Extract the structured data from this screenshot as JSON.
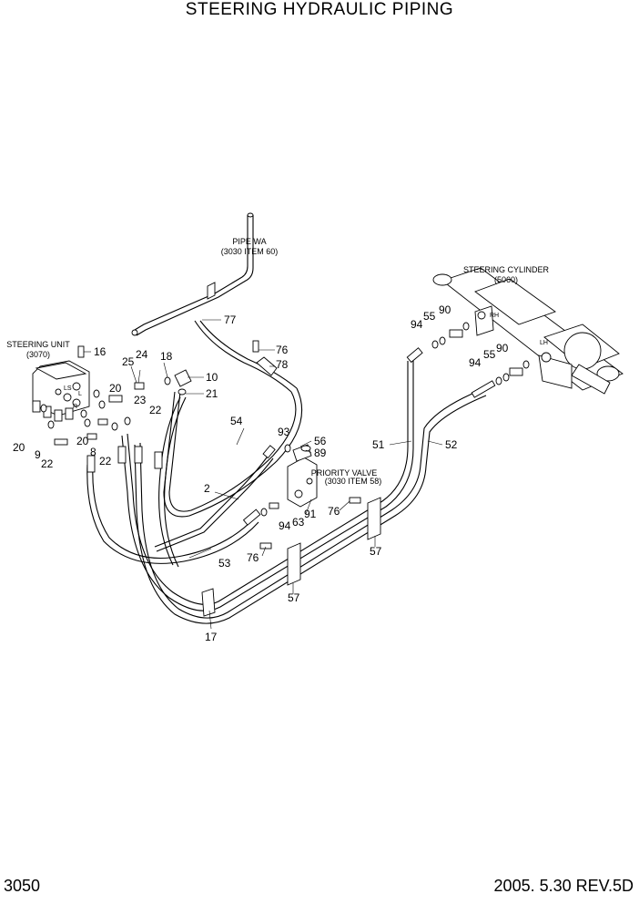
{
  "title": "STEERING HYDRAULIC PIPING",
  "page_number": "3050",
  "revision": "2005. 5.30 REV.5D",
  "components": {
    "pipe_wa": {
      "name": "PIPE WA",
      "ref": "(3030 ITEM 60)"
    },
    "steering_unit": {
      "name": "STEERING UNIT",
      "ref": "(3070)",
      "port_ls": "LS",
      "port_l": "L",
      "port_r": "R"
    },
    "steering_cylinder": {
      "name": "STEERING CYLINDER",
      "ref": "(5060)",
      "side_rh": "RH",
      "side_lh": "LH"
    },
    "priority_valve": {
      "name": "PRIORITY VALVE",
      "ref": "(3030 ITEM 58)"
    }
  },
  "callouts": {
    "p77": "77",
    "p16": "16",
    "p25": "25",
    "p24": "24",
    "p18": "18",
    "p10": "10",
    "p21": "21",
    "p20a": "20",
    "p23": "23",
    "p22a": "22",
    "p76a": "76",
    "p78": "78",
    "p54": "54",
    "p20b": "20",
    "p9": "9",
    "p22b": "22",
    "p20c": "20",
    "p8": "8",
    "p22c": "22",
    "p93": "93",
    "p56": "56",
    "p89": "89",
    "p2": "2",
    "p91": "91",
    "p76b": "76",
    "p63": "63",
    "p94a": "94",
    "p53": "53",
    "p76c": "76",
    "p57a": "57",
    "p57b": "57",
    "p17": "17",
    "p51": "51",
    "p52": "52",
    "p90a": "90",
    "p55a": "55",
    "p94b": "94",
    "p55b": "55",
    "p90b": "90",
    "p94c": "94"
  }
}
